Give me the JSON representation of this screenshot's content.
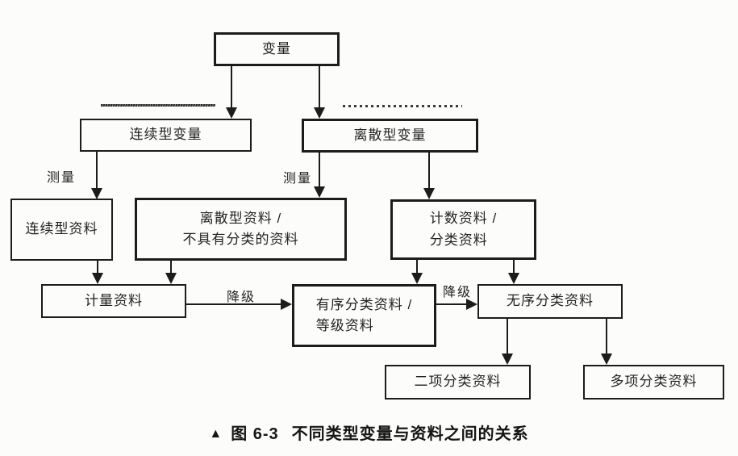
{
  "colors": {
    "background": "#fcfcfa",
    "ink": "#1c1c1c"
  },
  "nodes": {
    "variable": {
      "label": "变量"
    },
    "continuous_variable": {
      "label": "连续型变量"
    },
    "discrete_variable": {
      "label": "离散型变量"
    },
    "continuous_data": {
      "label": "连续型资料"
    },
    "discrete_data": {
      "label": "离散型资料 /\n不具有分类的资料"
    },
    "count_data": {
      "label": "计数资料 /\n分类资料"
    },
    "quantitative_data": {
      "label": "计量资料"
    },
    "ordinal_data": {
      "label": "有序分类资料 /\n等级资料"
    },
    "unordered_data": {
      "label": "无序分类资料"
    },
    "binary_data": {
      "label": "二项分类资料"
    },
    "multinomial_data": {
      "label": "多项分类资料"
    }
  },
  "edge_labels": {
    "measure_left": "测量",
    "measure_middle": "测量",
    "downgrade_left": "降级",
    "downgrade_right": "降级"
  },
  "caption": {
    "marker": "▲",
    "figure_number": "图 6-3",
    "title": "不同类型变量与资料之间的关系"
  }
}
